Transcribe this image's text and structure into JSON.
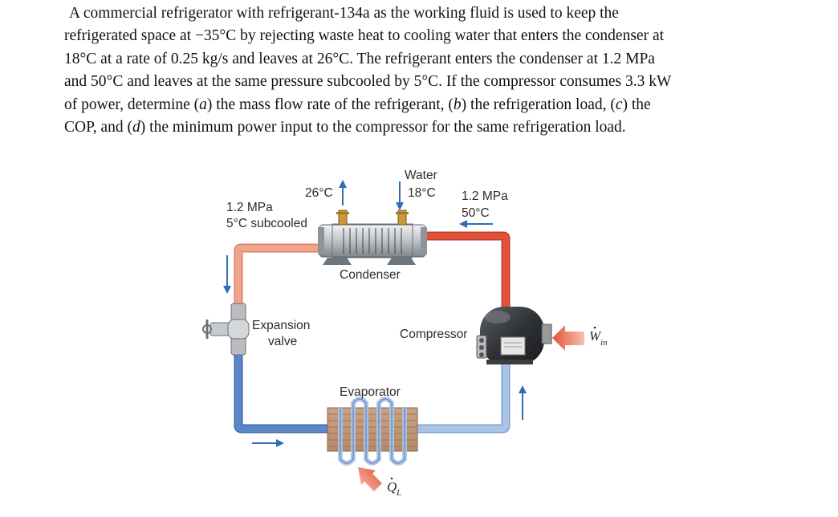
{
  "problem": {
    "line1": "A commercial refrigerator with refrigerant-134a as the working fluid is used to keep the",
    "line2": "refrigerated space at −35°C by rejecting waste heat to cooling water that enters the condenser at",
    "line3": "18°C at a rate of 0.25 kg/s and leaves at 26°C. The refrigerant enters the condenser at 1.2 MPa",
    "line4": "and 50°C and leaves at the same pressure subcooled by 5°C. If the compressor consumes 3.3 kW",
    "line5_a": "of power, determine (",
    "part_a": "a",
    "line5_b": ") the mass flow rate of the refrigerant, (",
    "part_b": "b",
    "line5_c": ") the refrigeration load, (",
    "part_c": "c",
    "line5_d": ") the",
    "line6_a": "COP, and (",
    "part_d": "d",
    "line6_b": ") the minimum power input to the compressor for the same refrigeration load."
  },
  "diagram": {
    "water_label": "Water",
    "water_in_temp": "18°C",
    "water_out_temp": "26°C",
    "condenser_exit_pressure": "1.2 MPa",
    "condenser_exit_state": "5°C subcooled",
    "condenser_inlet_pressure": "1.2 MPa",
    "condenser_inlet_temp": "50°C",
    "condenser_label": "Condenser",
    "expansion_valve_label_1": "Expansion",
    "expansion_valve_label_2": "valve",
    "compressor_label": "Compressor",
    "evaporator_label": "Evaporator",
    "work_in_symbol": "W",
    "work_in_subscript": "in",
    "heat_in_symbol": "Q",
    "heat_in_subscript": "L",
    "colors": {
      "hot_pipe": "#e4513a",
      "warm_pipe": "#f0a48c",
      "cold_pipe": "#5b86c8",
      "cool_pipe": "#a9c3e6",
      "arrow": "#2f6db5"
    }
  }
}
